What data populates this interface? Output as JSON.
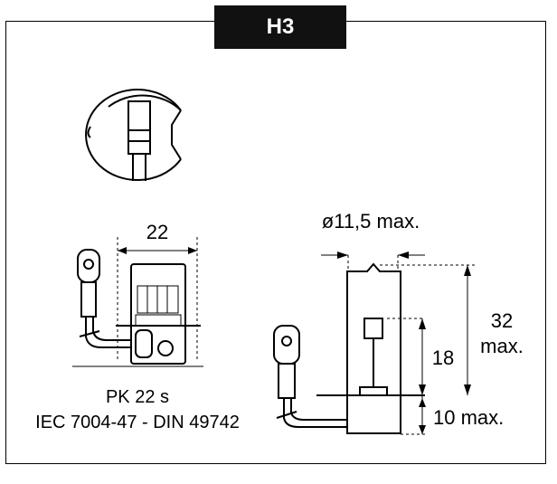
{
  "title": "H3",
  "base_label": "PK 22 s",
  "standard_label": "IEC 7004-47 - DIN 49742",
  "dimensions": {
    "base_width": "22",
    "diameter": "ø11,5 max.",
    "total_height_value": "32",
    "total_height_unit": "max.",
    "filament_height": "18",
    "base_height": "10 max."
  }
}
